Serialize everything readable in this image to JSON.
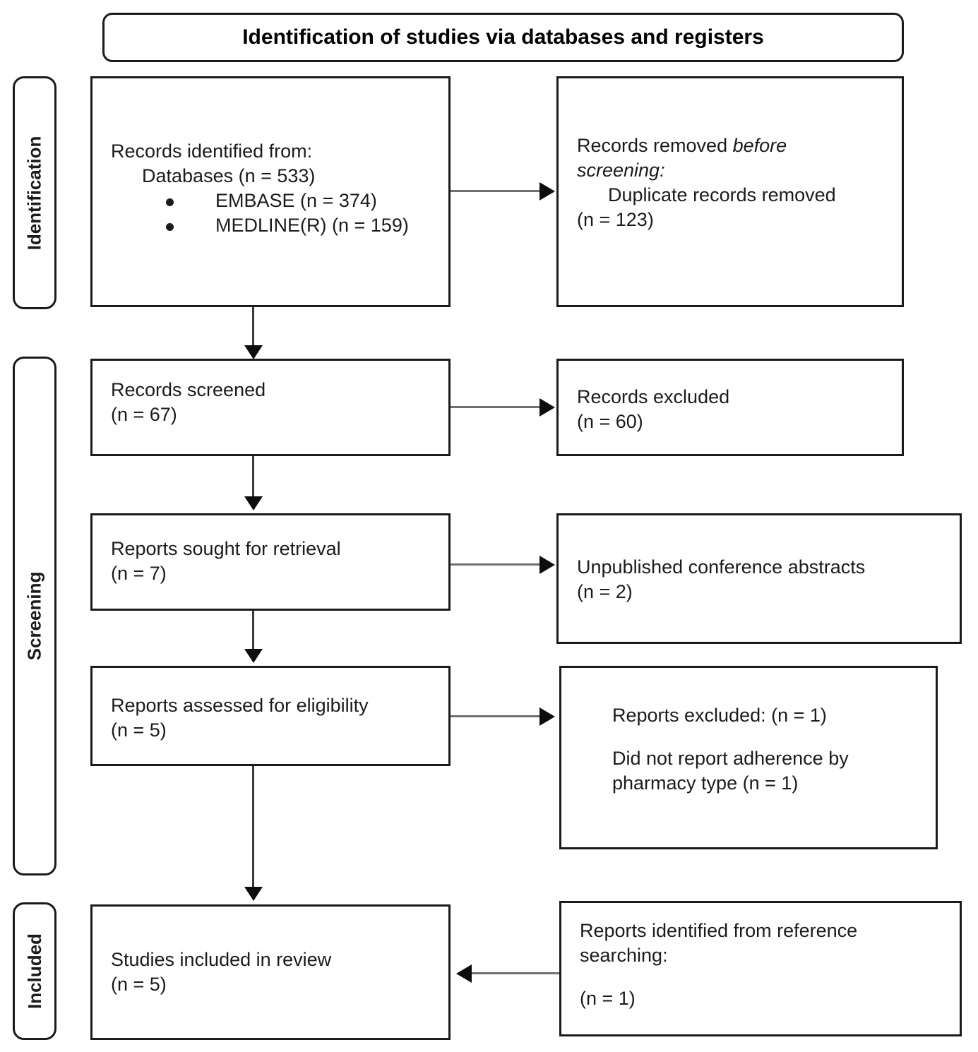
{
  "banner": {
    "title": "Identification of studies via databases and registers"
  },
  "stages": [
    {
      "label": "Identification"
    },
    {
      "label": "Screening"
    },
    {
      "label": "Included"
    }
  ],
  "boxes": {
    "records_identified": {
      "heading": "Records identified from:",
      "subline": "Databases (n = 533)",
      "bullets": [
        "EMBASE (n = 374)",
        "MEDLINE(R) (n = 159)"
      ]
    },
    "records_removed": {
      "line1": "Records removed ",
      "line1_italic": "before",
      "line2_italic": "screening:",
      "line3": "Duplicate records removed",
      "line4": "(n = 123)"
    },
    "records_screened": {
      "line1": "Records screened",
      "line2": "(n = 67)"
    },
    "records_excluded": {
      "line1": "Records excluded",
      "line2": "(n = 60)"
    },
    "reports_sought": {
      "line1": "Reports sought for retrieval",
      "line2": "(n = 7)"
    },
    "unpublished_abstracts": {
      "line1": "Unpublished conference abstracts",
      "line2": "(n = 2)"
    },
    "reports_assessed": {
      "line1": "Reports assessed for eligibility",
      "line2": "(n = 5)"
    },
    "reports_excluded": {
      "line1": "Reports excluded: (n = 1)",
      "line2": "Did not report adherence by",
      "line3": "pharmacy type (n = 1)"
    },
    "studies_included": {
      "line1": "Studies included in review",
      "line2": "(n = 5)"
    },
    "reports_reference": {
      "line1": "Reports identified from reference",
      "line2": "searching:",
      "line3": "(n = 1)"
    }
  }
}
